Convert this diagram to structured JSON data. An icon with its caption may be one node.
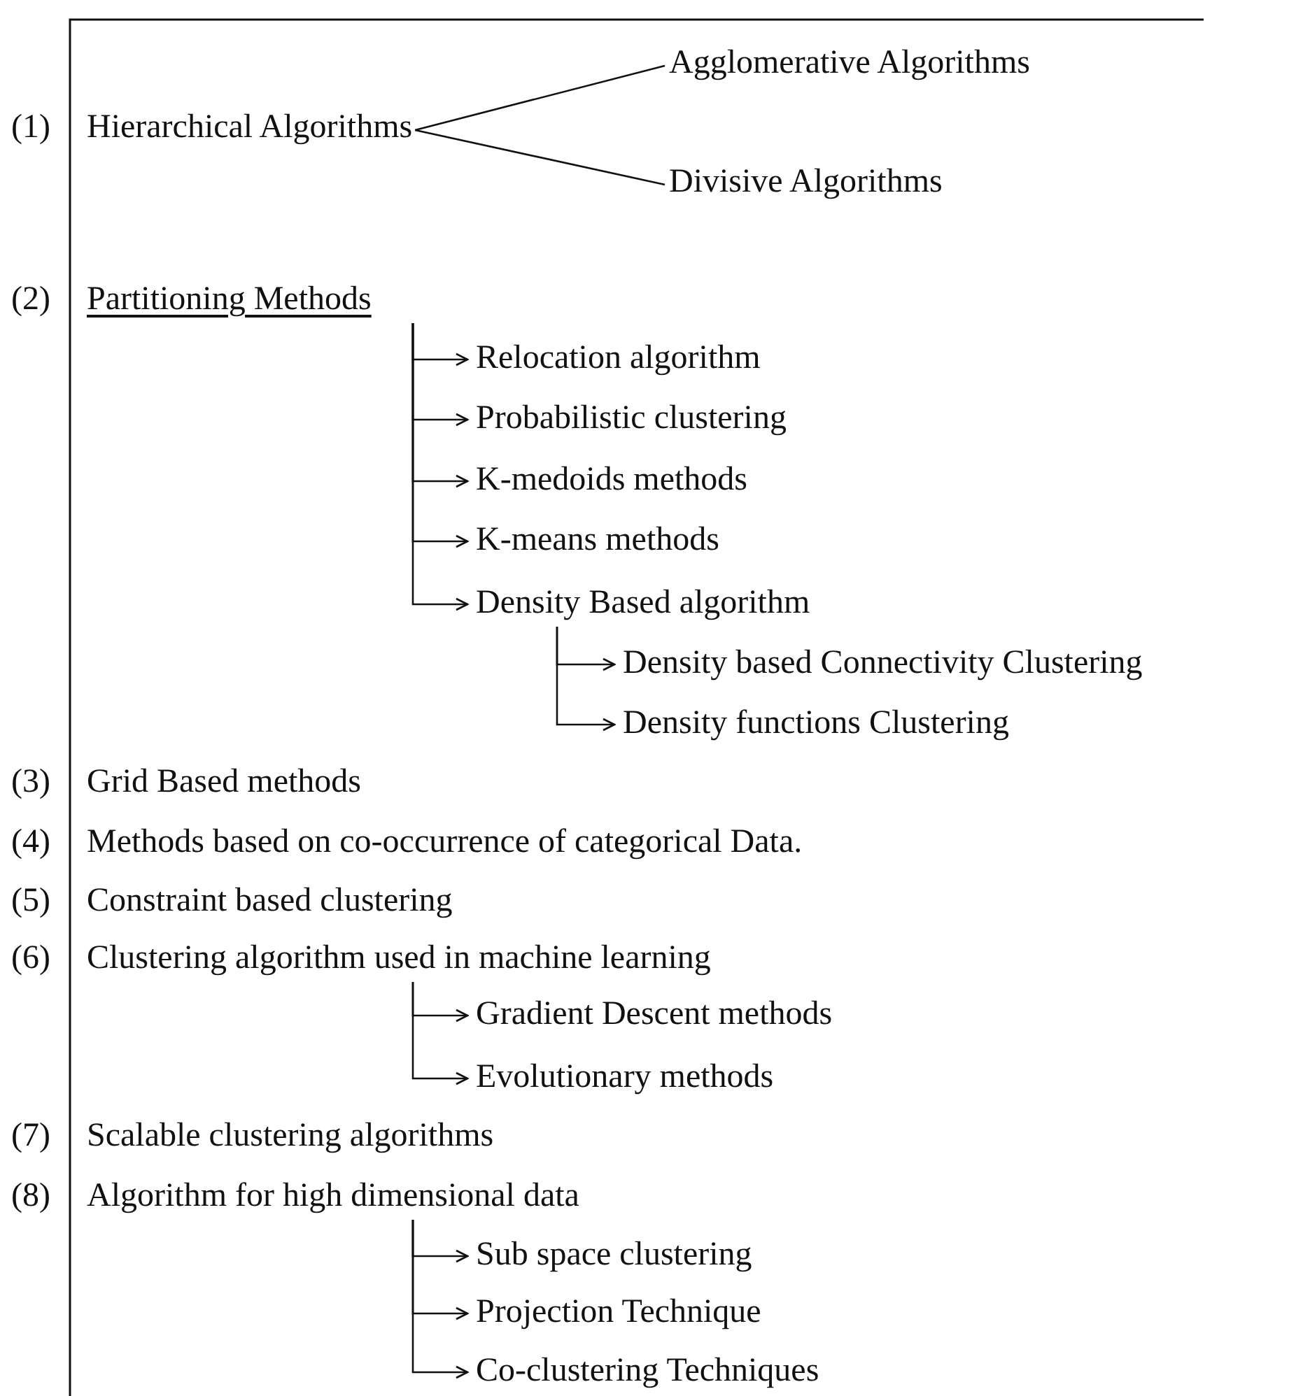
{
  "diagram": {
    "nodes": [
      {
        "text": [
          "Hierarchical Algorithms"
        ],
        "beside": [
          "(1)"
        ]
      },
      {
        "text": [
          "Agglomerative Algorithms"
        ]
      },
      {
        "text": [
          "Divisive Algorithms"
        ]
      },
      {
        "text": [
          "Partitioning Methods"
        ],
        "beside": [
          "(2)"
        ]
      },
      {
        "text": [
          "Relocation algorithm"
        ]
      },
      {
        "text": [
          "Probabilistic clustering"
        ]
      },
      {
        "text": [
          "K-medoids methods"
        ]
      },
      {
        "text": [
          "K-means methods"
        ]
      },
      {
        "text": [
          "Density Based algorithm"
        ]
      },
      {
        "text": [
          "Density based Connectivity Clustering"
        ]
      },
      {
        "text": [
          "Density functions Clustering"
        ]
      },
      {
        "text": [
          "Grid Based methods"
        ],
        "beside": [
          "(3)"
        ]
      },
      {
        "text": [
          "Methods based on co-occurrence of categorical Data."
        ],
        "beside": [
          "(4)"
        ]
      },
      {
        "text": [
          "Constraint based clustering"
        ],
        "beside": [
          "(5)"
        ]
      },
      {
        "text": [
          "Clustering algorithm used in machine learning"
        ],
        "beside": [
          "(6)"
        ]
      },
      {
        "text": [
          "Gradient Descent methods"
        ]
      },
      {
        "text": [
          "Evolutionary methods"
        ]
      },
      {
        "text": [
          "Scalable clustering algorithms"
        ],
        "beside": [
          "(7)"
        ]
      },
      {
        "text": [
          "Algorithm for high dimensional data"
        ],
        "beside": [
          "(8)"
        ]
      },
      {
        "text": [
          "Sub space clustering"
        ]
      },
      {
        "text": [
          "Projection Technique"
        ]
      },
      {
        "text": [
          "Co-clustering Techniques"
        ]
      }
    ],
    "edges": [
      {
        "from": 0,
        "to": 1,
        "arrow": "none"
      },
      {
        "from": 0,
        "to": 2,
        "arrow": "none"
      },
      {
        "from": 3,
        "to": 4,
        "arrow": "to"
      },
      {
        "from": 3,
        "to": 5,
        "arrow": "to"
      },
      {
        "from": 3,
        "to": 6,
        "arrow": "to"
      },
      {
        "from": 3,
        "to": 7,
        "arrow": "to"
      },
      {
        "from": 3,
        "to": 8,
        "arrow": "to"
      },
      {
        "from": 8,
        "to": 9,
        "arrow": "to"
      },
      {
        "from": 8,
        "to": 10,
        "arrow": "to"
      },
      {
        "from": 14,
        "to": 15,
        "arrow": "to"
      },
      {
        "from": 14,
        "to": 16,
        "arrow": "to"
      },
      {
        "from": 18,
        "to": 19,
        "arrow": "to"
      },
      {
        "from": 18,
        "to": 20,
        "arrow": "to"
      },
      {
        "from": 18,
        "to": 21,
        "arrow": "to"
      }
    ]
  }
}
